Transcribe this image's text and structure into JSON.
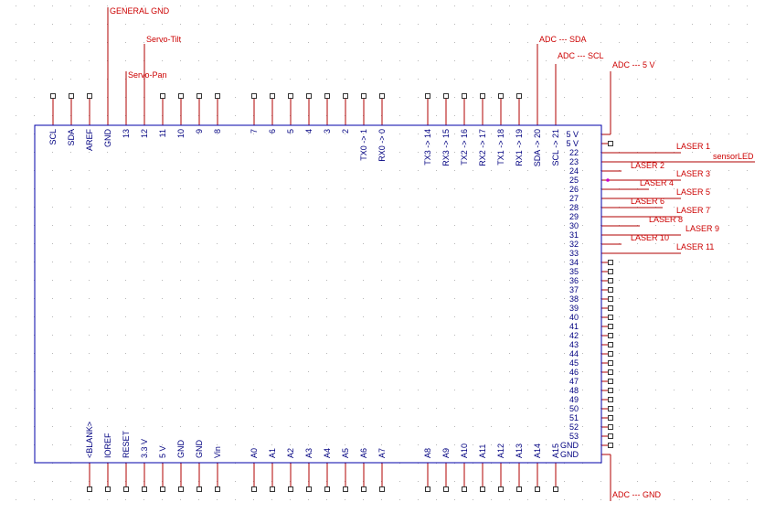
{
  "top_pins": [
    "SCL",
    "SDA",
    "AREF",
    "GND",
    "13",
    "12",
    "11",
    "10",
    "9",
    "8",
    "7",
    "6",
    "5",
    "4",
    "3",
    "2",
    "TX0 -> 1",
    "RX0 -> 0",
    "TX3 -> 14",
    "RX3 -> 15",
    "TX2 -> 16",
    "RX2 -> 17",
    "TX1 -> 18",
    "RX1 -> 19",
    "SDA -> 20",
    "SCL -> 21"
  ],
  "bottom_pins": [
    "<BLANK>",
    "IOREF",
    "RESET",
    "3.3 V",
    "5 V",
    "GND",
    "GND",
    "Vin",
    "A0",
    "A1",
    "A2",
    "A3",
    "A4",
    "A5",
    "A6",
    "A7",
    "A8",
    "A9",
    "A10",
    "A11",
    "A12",
    "A13",
    "A14",
    "A15"
  ],
  "right_pins": [
    "5 V",
    "5 V",
    "22",
    "23",
    "24",
    "25",
    "26",
    "27",
    "28",
    "29",
    "30",
    "31",
    "32",
    "33",
    "34",
    "35",
    "36",
    "37",
    "38",
    "39",
    "40",
    "41",
    "42",
    "43",
    "44",
    "45",
    "46",
    "47",
    "48",
    "49",
    "50",
    "51",
    "52",
    "53",
    "GND",
    "GND"
  ],
  "nets": {
    "general_gnd": "GENERAL GND",
    "servo_tilt": "Servo-Tilt",
    "servo_pan": "Servo-Pan",
    "adc_sda": "ADC --- SDA",
    "adc_scl": "ADC --- SCL",
    "adc_5v": "ADC --- 5 V",
    "adc_gnd": "ADC --- GND",
    "sensor_led": "sensorLED",
    "lasers": [
      "LASER 1",
      "LASER 2",
      "LASER 3",
      "LASER 4",
      "LASER 5",
      "LASER 6",
      "LASER 7",
      "LASER 8",
      "LASER 9",
      "LASER 10",
      "LASER 11"
    ]
  },
  "colors": {
    "wire": "#b00000",
    "body": "#0000aa",
    "text": "#000080",
    "net_label": "#cc0000",
    "grid": "#b8b8b8",
    "junction": "#cc00cc"
  }
}
